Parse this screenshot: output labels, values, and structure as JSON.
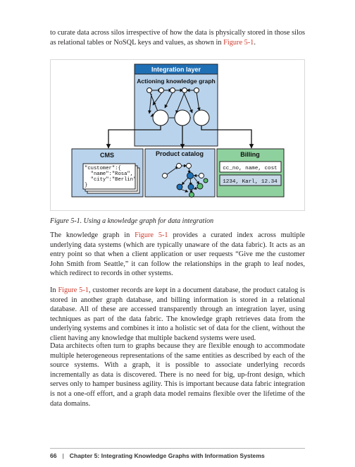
{
  "body": {
    "intro": {
      "before": "to curate data across silos irrespective of how the data is physically stored in those silos as relational tables or NoSQL keys and values, as shown in ",
      "link": "Figure 5-1",
      "after": "."
    },
    "paragraph1": {
      "before": "The knowledge graph in ",
      "link": "Figure 5-1",
      "after": " provides a curated index across multiple underlying data systems (which are typically unaware of the data fabric). It acts as an entry point so that when a client application or user requests “Give me the customer John Smith from Seattle,” it can follow the relationships in the graph to leaf nodes, which redirect to records in other systems."
    },
    "paragraph2": {
      "before": "In ",
      "link": "Figure 5-1",
      "after": ", customer records are kept in a document database, the product catalog is stored in another graph database, and billing information is stored in a relational database. All of these are accessed transparently through an integration layer, using techniques as part of the data fabric. The knowledge graph retrieves data from the underlying systems and combines it into a holistic set of data for the client, without the client having any knowledge that multiple backend systems were used."
    },
    "paragraph3": "Data architects often turn to graphs because they are flexible enough to accommodate multiple heterogeneous representations of the same entities as described by each of the source systems. With a graph, it is possible to associate underlying records incrementally as data is discovered. There is no need for big, up-front design, which serves only to hamper business agility. This is important because data fabric integration is not a one-off effort, and a graph data model remains flexible over the lifetime of the data domains."
  },
  "figure": {
    "caption": "Figure 5-1. Using a knowledge graph for data integration",
    "integration_layer_label": "Integration layer",
    "knowledge_graph_label": "Actioning knowledge graph",
    "cms_label": "CMS",
    "cms_document_lines": [
      "\"customer\":{",
      "  \"name\":\"Rosa\",",
      "  \"city\":\"Berlin\"",
      "}"
    ],
    "product_catalog_label": "Product catalog",
    "billing_label": "Billing",
    "billing_header": "cc_no, name, cost",
    "billing_row": "1234, Karl, 12.34",
    "colors": {
      "integration_header": "#1f6fb5",
      "panel_blue": "#b9d3ec",
      "billing_green": "#8fd19e",
      "node_blue": "#1f6fb5",
      "node_green": "#5fbf73"
    }
  },
  "footer": {
    "page_number": "66",
    "separator": "|",
    "chapter": "Chapter 5: Integrating Knowledge Graphs with Information Systems"
  }
}
